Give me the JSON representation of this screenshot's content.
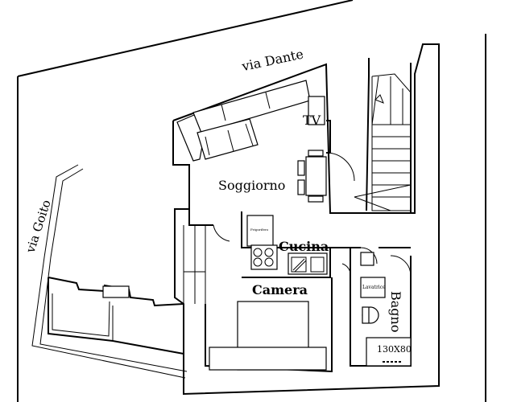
{
  "plan": {
    "streets": {
      "street_top": "via Dante",
      "street_left": "via Goito"
    },
    "rooms": {
      "living": "Soggiorno",
      "kitchen": "Cucina",
      "bedroom": "Camera",
      "bathroom": "Bagno"
    },
    "fixtures": {
      "tv": "TV",
      "fridge": "Frigorifero",
      "washer": "Lavatrice",
      "shower_size": "130X80"
    }
  }
}
